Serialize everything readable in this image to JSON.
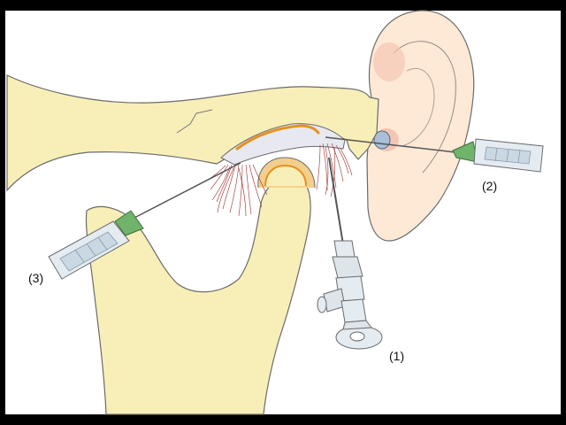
{
  "labels": {
    "arthroscope": "(1)",
    "needle_posterior": "(2)",
    "needle_anterior": "(3)"
  },
  "colors": {
    "frame": "#000000",
    "background": "#ffffff",
    "bone": "#f8efb8",
    "bone_outline": "#5a5a5a",
    "ear": "#fde9d6",
    "ear_shade": "#f3c6b3",
    "disc": "#e8e9f0",
    "cartilage_orange": "#e8901e",
    "condyle_ring": "#f3cf8e",
    "ligament_fibers": "#9a2a2a",
    "syringe_barrel": "#e4ecf2",
    "syringe_plunger": "#c9d8e3",
    "needle_hub": "#6fb46a",
    "ear_canal": "#a9bfd9"
  },
  "icons": [
    "arthroscope-icon",
    "syringe-icon"
  ]
}
